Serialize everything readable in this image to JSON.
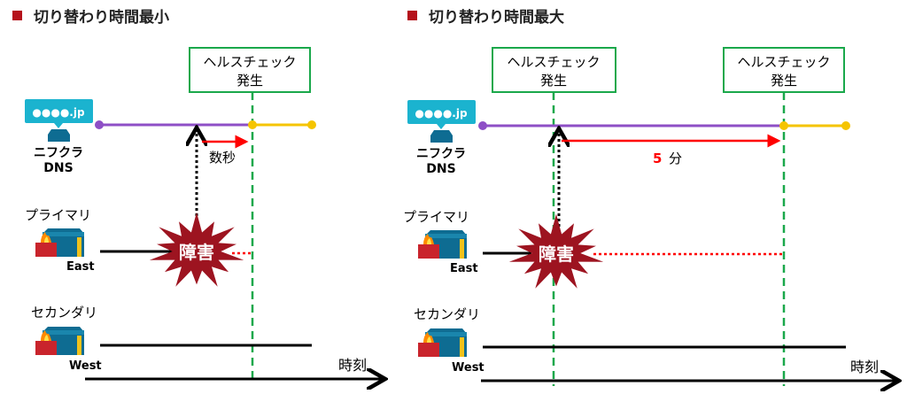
{
  "colors": {
    "title_marker": "#b5121b",
    "health_box": "#1aa84b",
    "dns": "#8e4fc6",
    "after": "#f5c400",
    "failure": "#9d1420",
    "arrow_red": "#ff0000",
    "icon_teal": "#1bb3cf"
  },
  "panels": [
    {
      "title": "切り替わり時間最小",
      "health_checks": [
        {
          "line1": "ヘルスチェック",
          "line2": "発生"
        }
      ],
      "dns_badge": "●●●●.jp",
      "dns_label_1": "ニフクラ",
      "dns_label_2": "DNS",
      "delay_label": "数秒",
      "primary_label": "プライマリ",
      "primary_region": "East",
      "failure_label": "障害",
      "secondary_label": "セカンダリ",
      "secondary_region": "West",
      "axis_label": "時刻"
    },
    {
      "title": "切り替わり時間最大",
      "health_checks": [
        {
          "line1": "ヘルスチェック",
          "line2": "発生"
        },
        {
          "line1": "ヘルスチェック",
          "line2": "発生"
        }
      ],
      "dns_badge": "●●●●.jp",
      "dns_label_1": "ニフクラ",
      "dns_label_2": "DNS",
      "delay_number": "5",
      "delay_unit": "分",
      "primary_label": "プライマリ",
      "primary_region": "East",
      "failure_label": "障害",
      "secondary_label": "セカンダリ",
      "secondary_region": "West",
      "axis_label": "時刻"
    }
  ]
}
